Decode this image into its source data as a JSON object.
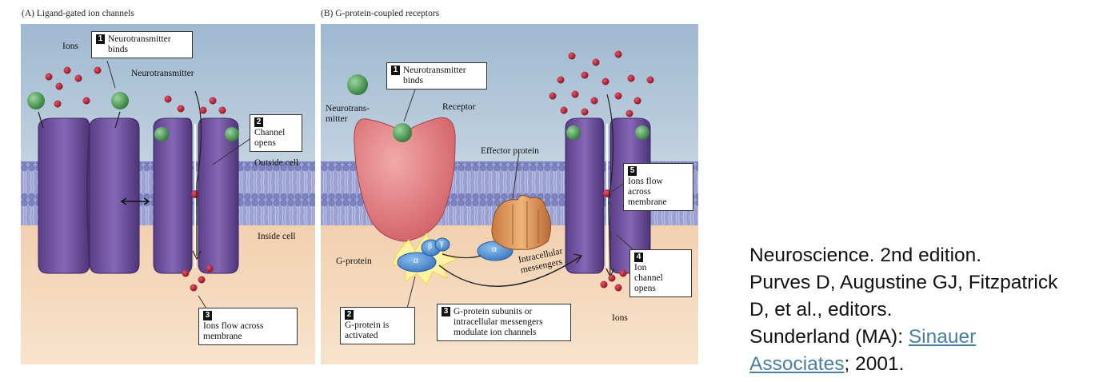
{
  "panel_a": {
    "title": "(A) Ligand-gated ion channels",
    "labels": {
      "ions_top": "Ions",
      "neurotransmitter": "Neurotransmitter",
      "outside_cell": "Outside cell",
      "inside_cell": "Inside cell"
    },
    "callouts": [
      {
        "num": "1",
        "text": "Neurotransmitter binds"
      },
      {
        "num": "2",
        "text": "Channel opens"
      },
      {
        "num": "3",
        "text": "Ions flow across membrane"
      }
    ]
  },
  "panel_b": {
    "title": "(B) G-protein-coupled receptors",
    "labels": {
      "neurotransmitter": "Neurotrans- mitter",
      "receptor": "Receptor",
      "effector_protein": "Effector protein",
      "g_protein": "G-protein",
      "intracellular_messengers": "Intracellular messengers",
      "ions_bottom": "Ions",
      "alpha": "α",
      "beta": "β",
      "gamma": "γ"
    },
    "callouts": [
      {
        "num": "1",
        "text": "Neurotransmitter binds"
      },
      {
        "num": "2",
        "text": "G-protein is activated"
      },
      {
        "num": "3",
        "text": "G-protein subunits or intracellular messengers modulate ion channels"
      },
      {
        "num": "4",
        "text": "Ion channel opens"
      },
      {
        "num": "5",
        "text": "Ions flow across membrane"
      }
    ]
  },
  "citation": {
    "line1": "Neuroscience. 2nd edition.",
    "line2": "Purves D, Augustine GJ, Fitzpatrick",
    "line3": "D, et al., editors.",
    "line4_prefix": "Sunderland (MA): ",
    "link_text": "Sinauer Associates",
    "line4_suffix": "; 2001."
  },
  "colors": {
    "outside_bg": "#a6bfd6",
    "inside_bg": "#f4d3b0",
    "membrane": "#8b93c7",
    "channel": "#6b4e96",
    "ion": "#b5162b",
    "neurotransmitter": "#4f9a58",
    "receptor": "#e8868a",
    "g_protein": "#4f8ed4",
    "effector": "#d9955a",
    "link": "#4a7fa3"
  }
}
